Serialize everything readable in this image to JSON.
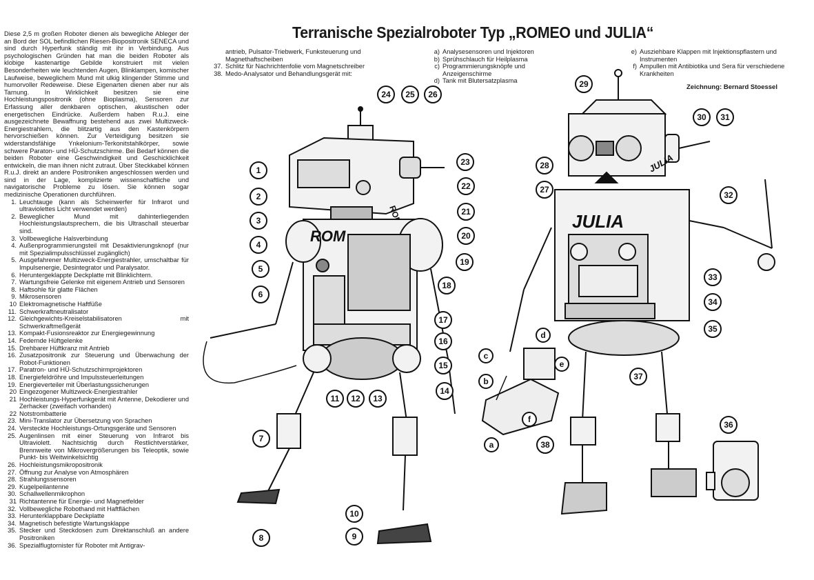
{
  "title": "Terranische Spezialroboter Typ „ROMEO und JULIA“",
  "intro": "Diese 2,5 m großen Roboter dienen als bewegliche Ableger der an Bord der SOL befindlichen Riesen-Biopositronik SENECA und sind durch Hyperfunk ständig mit ihr in Verbindung. Aus psychologischen Gründen hat man die beiden Roboter als klobige kastenartige Gebilde konstruiert mit vielen Besonderheiten wie leuchtenden Augen, Blinklampen, komischer Laufweise, beweglichem Mund mit ulkig klingender Stimme und humorvoller Redeweise. Diese Eigenarten dienen aber nur als Tarnung. In Wirklichkeit besitzen sie eine Hochleistungspositronik (ohne Bioplasma), Sensoren zur Erfassung aller denkbaren optischen, akustischen oder energetischen Eindrücke. Außerdem haben R.u.J. eine ausgezeichnete Bewaffnung bestehend aus zwei Multizweck-Energiestrahlern, die blitzartig aus den Kastenkörpern hervorschießen können. Zur Verteidigung besitzen sie widerstandsfähige Ynkelonium-Terkonitstahlkörper, sowie schwere Paraton- und HÜ-Schutzschirme. Bei Bedarf können die beiden Roboter eine Geschwindigkeit und Geschicklichkeit entwickeln, die man ihnen nicht zutraut. Über Steckkabel können R.u.J. direkt an andere Positroniken angeschlossen werden und sind in der Lage, komplizierte wissenschaftliche und navigatorische Probleme zu lösen. Sie können sogar medizinische Operationen durchführen.",
  "legend": [
    {
      "n": "1.",
      "t": "Leuchtauge (kann als Scheinwerfer für Infrarot und ultraviolettes Licht verwendet werden)"
    },
    {
      "n": "2.",
      "t": "Beweglicher Mund mit dahinterliegenden Hochleistungslautsprechern, die bis Ultraschall steuerbar sind."
    },
    {
      "n": "3.",
      "t": "Vollbewegliche Halsverbindung"
    },
    {
      "n": "4.",
      "t": "Außenprogrammierungsteil mit Desaktivierungsknopf (nur mit Spezialimpulsschlüssel zugänglich)"
    },
    {
      "n": "5.",
      "t": "Ausgefahrener Multizweck-Energiestrahler, umschaltbar für Impulsenergie, Desintegrator und Paralysator."
    },
    {
      "n": "6.",
      "t": "Heruntergeklappte Deckplatte mit Blinklichtern."
    },
    {
      "n": "7.",
      "t": "Wartungsfreie Gelenke mit eigenem Antrieb und Sensoren"
    },
    {
      "n": "8.",
      "t": "Haftsohle für glatte Flächen"
    },
    {
      "n": "9.",
      "t": "Mikrosensoren"
    },
    {
      "n": "10",
      "t": "Elektromagnetische Haftfüße"
    },
    {
      "n": "11.",
      "t": "Schwerkraftneutralisator"
    },
    {
      "n": "12.",
      "t": "Gleichgewichts-Kreiselstabilisatoren mit Schwerkraftmeßgerät"
    },
    {
      "n": "13.",
      "t": "Kompakt-Fusionsreaktor zur Energiegewinnung"
    },
    {
      "n": "14.",
      "t": "Federnde Hüftgelenke"
    },
    {
      "n": "15.",
      "t": "Drehbarer Hüftkranz mit Antrieb"
    },
    {
      "n": "16.",
      "t": "Zusatzpositronik zur Steuerung und Überwachung der Robot-Funktionen"
    },
    {
      "n": "17.",
      "t": "Paratron- und HÜ-Schutzschirmprojektoren"
    },
    {
      "n": "18.",
      "t": "Energiefeldröhre und Impulssteuerleitungen"
    },
    {
      "n": "19.",
      "t": "Energieverteiler mit Überlastungssicherungen"
    },
    {
      "n": "20",
      "t": "Eingezogener Multizweck-Energiestrahler"
    },
    {
      "n": "21",
      "t": "Hochleistungs-Hyperfunkgerät mit Antenne, Dekodierer und Zerhacker (zweifach vorhanden)"
    },
    {
      "n": "22",
      "t": "Notstrombatterie"
    },
    {
      "n": "23.",
      "t": "Mini-Translator zur Übersetzung von Sprachen"
    },
    {
      "n": "24.",
      "t": "Versteckte Hochleistungs-Ortungsgeräte und Sensoren"
    },
    {
      "n": "25.",
      "t": "Augenlinsen mit einer Steuerung von Infrarot bis Ultraviolett. Nachtsichtig durch Restlichtverstärker, Brennweite von Mikrovergrößerungen bis Teleoptik, sowie Punkt- bis Weitwinkelsichtig"
    },
    {
      "n": "26.",
      "t": "Hochleistungsmikropositronik"
    },
    {
      "n": "27.",
      "t": "Öffnung zur Analyse von Atmosphären"
    },
    {
      "n": "28.",
      "t": "Strahlungssensoren"
    },
    {
      "n": "29.",
      "t": "Kugelpeilantenne"
    },
    {
      "n": "30.",
      "t": "Schallwellenmikrophon"
    },
    {
      "n": "31",
      "t": "Richtantenne für Energie- und Magnetfelder"
    },
    {
      "n": "32.",
      "t": "Vollbewegliche Robothand mit Haftflächen"
    },
    {
      "n": "33.",
      "t": "Herunterklappbare Deckplatte"
    },
    {
      "n": "34.",
      "t": "Magnetisch befestigte Wartungsklappe"
    },
    {
      "n": "35.",
      "t": "Stecker und Steckdosen zum Direktanschluß an andere Positroniken"
    },
    {
      "n": "36.",
      "t": "Spezialflugtornister für Roboter mit Antigrav-"
    }
  ],
  "legend_cont": [
    {
      "n": "",
      "t": "antrieb, Pulsator-Triebwerk, Funksteuerung und Magnethaftscheiben"
    },
    {
      "n": "37.",
      "t": "Schlitz für Nachrichtenfolie vom Magnetschreiber"
    },
    {
      "n": "38.",
      "t": "Medo-Analysator und Behandlungsgerät mit:"
    }
  ],
  "sub_items": [
    {
      "n": "a)",
      "t": "Analysesensoren und Injektoren"
    },
    {
      "n": "b)",
      "t": "Sprühschlauch für Heilplasma"
    },
    {
      "n": "c)",
      "t": "Programmierungsknöpfe und Anzeigenschirme"
    },
    {
      "n": "d)",
      "t": "Tank mit Blutersatzplasma"
    },
    {
      "n": "e)",
      "t": "Ausziehbare Klappen mit Injektionspflastern und Instrumenten"
    },
    {
      "n": "f)",
      "t": "Ampullen mit Antibiotika und Sera für verschiedene Krankheiten"
    }
  ],
  "credit": "Zeichnung: Bernard Stoessel",
  "robot_labels": {
    "romeo_body": "ROM",
    "romeo_head": "ROMEO",
    "julia_body": "JULIA",
    "julia_head": "JULIA"
  },
  "callouts": [
    "1",
    "2",
    "3",
    "4",
    "5",
    "6",
    "7",
    "8",
    "9",
    "10",
    "11",
    "12",
    "13",
    "14",
    "15",
    "16",
    "17",
    "18",
    "19",
    "20",
    "21",
    "22",
    "23",
    "24",
    "25",
    "26",
    "27",
    "28",
    "29",
    "30",
    "31",
    "32",
    "33",
    "34",
    "35",
    "36",
    "37",
    "38",
    "a",
    "b",
    "c",
    "d",
    "e",
    "f"
  ]
}
